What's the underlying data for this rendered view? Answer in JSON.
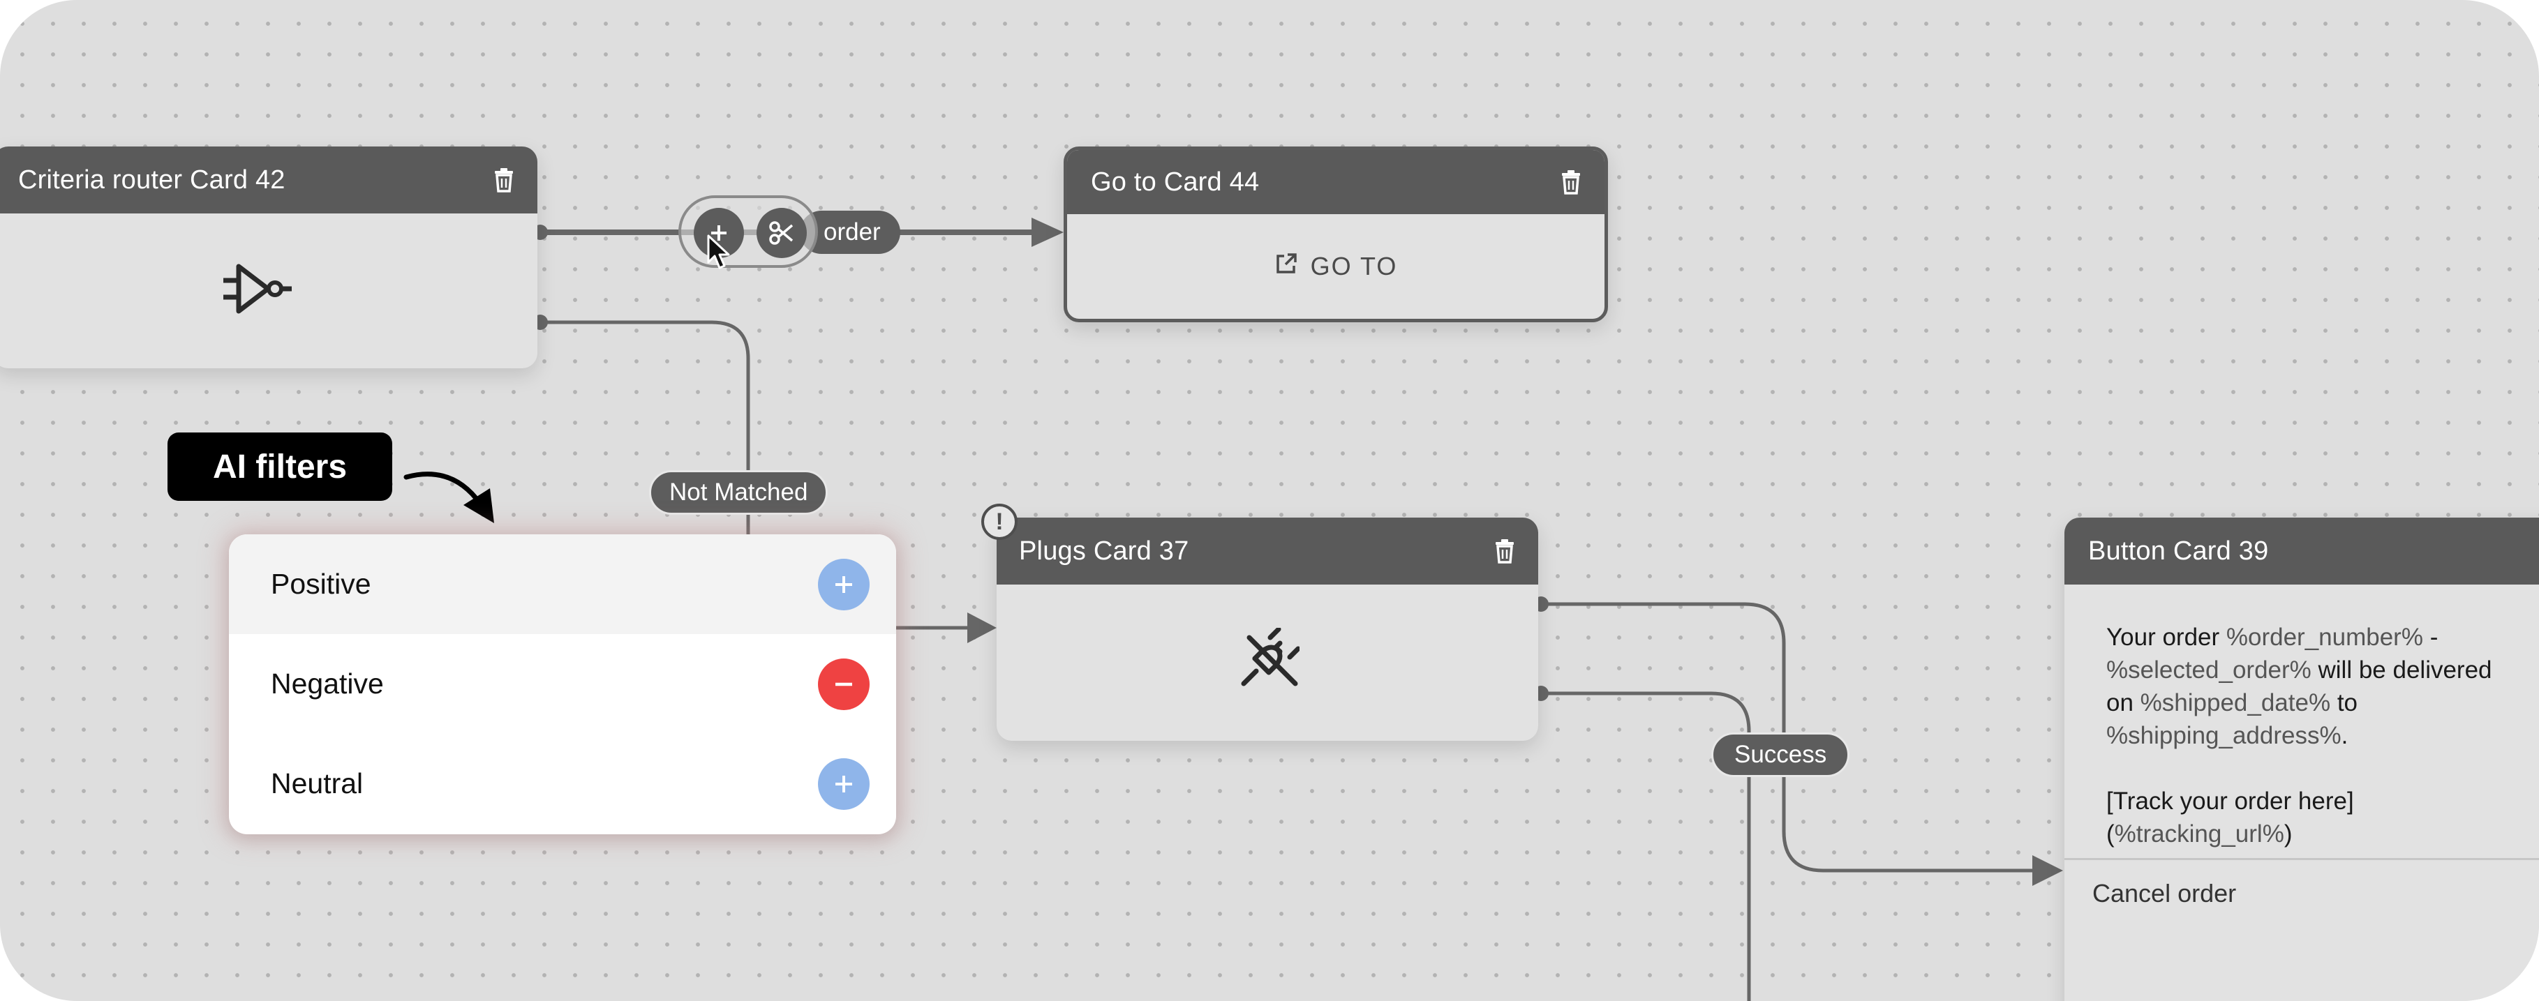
{
  "cards": {
    "criteria_router": {
      "title": "Criteria router Card 42",
      "icon": "logic-gate-icon"
    },
    "goto": {
      "title": "Go to Card 44",
      "action_label": "GO TO",
      "icon": "external-link-icon"
    },
    "plugs": {
      "title": "Plugs Card 37",
      "icon": "plug-icon",
      "warning": "!"
    },
    "button": {
      "title": "Button Card 39",
      "msg_1": "Your order ",
      "var_order_number": "%order_number%",
      "msg_2": " -",
      "var_selected_order": "%selected_order%",
      "msg_3": " will be delivered",
      "msg_4": "on ",
      "var_shipped_date": "%shipped_date%",
      "msg_5": " to",
      "var_shipping_address": "%shipping_address%",
      "msg_6": ".",
      "track_text": "[Track your order here]",
      "track_open": "(",
      "var_tracking_url": "%tracking_url%",
      "track_close": ")",
      "cancel_label": "Cancel order"
    }
  },
  "edge_labels": {
    "order": "order",
    "not_matched": "Not Matched",
    "success": "Success"
  },
  "ai_filters": {
    "label": "AI filters",
    "options": [
      {
        "label": "Positive",
        "action": "plus"
      },
      {
        "label": "Negative",
        "action": "minus"
      },
      {
        "label": "Neutral",
        "action": "plus"
      }
    ]
  },
  "colors": {
    "canvas": "#dedede",
    "card_header": "#5a5a5a",
    "edge": "#666666",
    "plus_button": "#8fb5ea",
    "minus_button": "#ef4242"
  }
}
